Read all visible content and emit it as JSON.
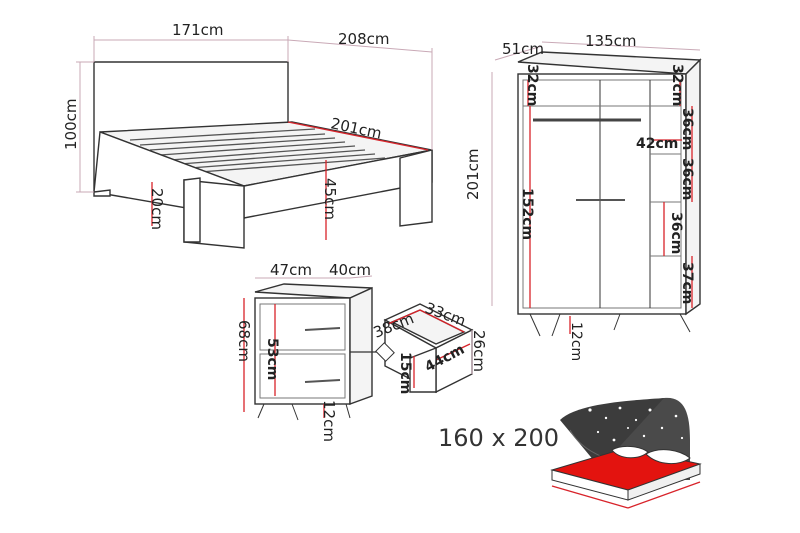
{
  "bed": {
    "width": "171cm",
    "length": "208cm",
    "height": "100cm",
    "inner_length": "201cm",
    "frame_height": "45cm",
    "leg_height": "20cm"
  },
  "wardrobe": {
    "depth": "51cm",
    "width": "135cm",
    "height": "201cm",
    "top_space": "32cm",
    "shelf_top": "32cm",
    "shelf_1": "36cm",
    "shelf_2": "36cm",
    "shelf_3": "36cm",
    "shelf_4": "37cm",
    "shelf_width": "42cm",
    "hanging": "152cm",
    "legs": "12cm"
  },
  "nightstand": {
    "width": "47cm",
    "depth": "40cm",
    "height": "68cm",
    "body": "53cm",
    "legs": "12cm"
  },
  "drawer": {
    "depth": "38cm",
    "width": "33cm",
    "inner": "44cm",
    "height": "26cm",
    "inner_height": "15cm"
  },
  "mattress": {
    "size": "160 x 200"
  },
  "colors": {
    "dimension_line": "#d8232a",
    "furniture_line": "#333333",
    "mattress": "#e3130f"
  }
}
